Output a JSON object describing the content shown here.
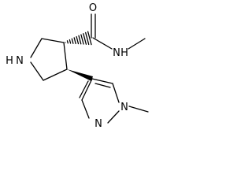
{
  "molecule": {
    "atom_labels": {
      "carbonyl_o": "O",
      "amide_n": "N",
      "amide_h": "H",
      "ring_n": "N",
      "ring_h": "H",
      "pyrazole_n_methyl": "N",
      "pyrazole_n": "N"
    },
    "colors": {
      "bond": "#000000",
      "text": "#000000",
      "background": "#ffffff"
    }
  }
}
